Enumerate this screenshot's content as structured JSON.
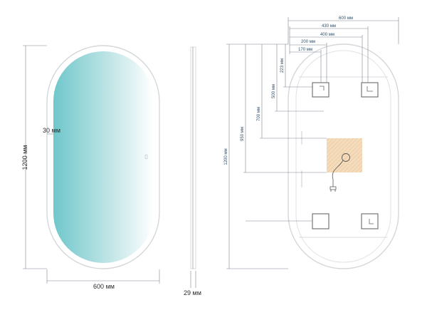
{
  "front_view": {
    "height_label": "1200 мм",
    "border_label": "30 мм",
    "width_label": "600 мм"
  },
  "side_view": {
    "depth_label": "29 мм"
  },
  "back_view": {
    "width_top": "600 мм",
    "dim_430": "430 мм",
    "dim_400": "400 мм",
    "dim_200": "200 мм",
    "dim_170": "170 мм",
    "dim_223": "223 мм",
    "dim_500": "500 мм",
    "dim_700": "700 мм",
    "dim_950": "950 мм",
    "dim_1200": "1200 мм"
  },
  "colors": {
    "glass_left": "#6fc7cb",
    "glass_right": "#ffffff",
    "mount_plate": "#f2d6b3"
  }
}
